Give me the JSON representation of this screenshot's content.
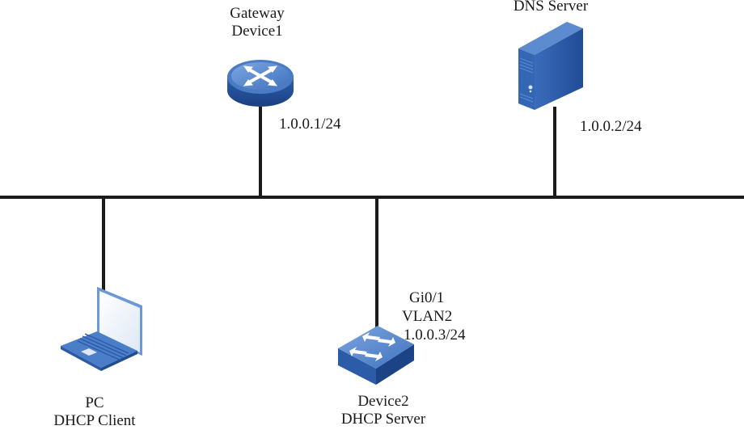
{
  "title": "DHCP network topology",
  "colors": {
    "line": "#1c1a1a",
    "device_blue": "#2f62b0",
    "device_blue_light": "#6f9ad8",
    "device_blue_dark": "#1d4387"
  },
  "nodes": {
    "gateway": {
      "icon": "router-icon",
      "name_line1": "Gateway",
      "name_line2": "Device1",
      "ip": "1.0.0.1/24"
    },
    "dns": {
      "icon": "server-icon",
      "name_line1": "DNS Server",
      "ip": "1.0.0.2/24"
    },
    "pc": {
      "icon": "laptop-icon",
      "name_line1": "PC",
      "name_line2": "DHCP Client"
    },
    "dhcp_server": {
      "icon": "switch-icon",
      "name_line1": "Device2",
      "name_line2": "DHCP Server",
      "port": "Gi0/1",
      "vlan": "VLAN2",
      "ip": "1.0.0.3/24"
    }
  }
}
